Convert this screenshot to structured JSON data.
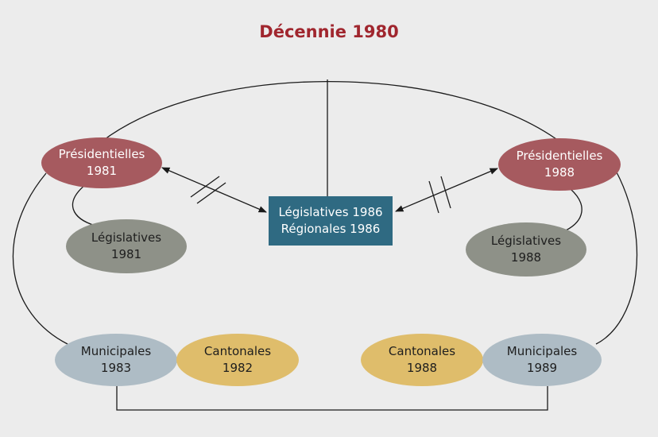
{
  "title": "Décennie 1980",
  "colors": {
    "title": "#a0262e",
    "presidentielles": "#a65a5f",
    "legislatives": "#8e9188",
    "municipales": "#aebcc5",
    "cantonales": "#dfbd6b",
    "center_box": "#2f6a82",
    "lines": "#1a1a1a"
  },
  "nodes": {
    "pres1981": {
      "line1": "Présidentielles",
      "line2": "1981"
    },
    "leg1981": {
      "line1": "Législatives",
      "line2": "1981"
    },
    "center": {
      "line1": "Législatives 1986",
      "line2": "Régionales 1986"
    },
    "pres1988": {
      "line1": "Présidentielles",
      "line2": "1988"
    },
    "leg1988": {
      "line1": "Législatives",
      "line2": "1988"
    },
    "mun1983": {
      "line1": "Municipales",
      "line2": "1983"
    },
    "cant1982": {
      "line1": "Cantonales",
      "line2": "1982"
    },
    "cant1988": {
      "line1": "Cantonales",
      "line2": "1988"
    },
    "mun1989": {
      "line1": "Municipales",
      "line2": "1989"
    }
  },
  "connectors": [
    {
      "id": "arc-top",
      "symbol": "none"
    },
    {
      "id": "arrow-left",
      "symbol": "not-equal"
    },
    {
      "id": "arrow-right",
      "symbol": "not-equal"
    },
    {
      "id": "bracket-bottom",
      "symbol": "none"
    }
  ]
}
